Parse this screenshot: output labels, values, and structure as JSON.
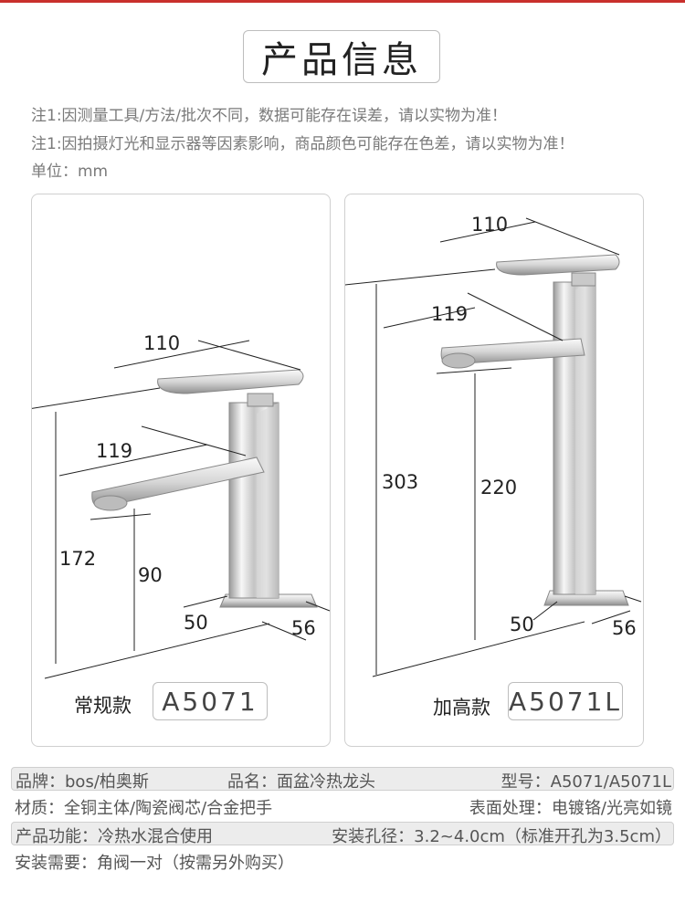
{
  "title": "产品信息",
  "notes": [
    "注1:因测量工具/方法/批次不同，数据可能存在误差，请以实物为准！",
    "注1:因拍摄灯光和显示器等因素影响，商品颜色可能存在色差，请以实物为准！",
    "单位：mm"
  ],
  "left_panel": {
    "dims": {
      "handle": "110",
      "spout": "119",
      "height": "172",
      "spout_height": "90",
      "base_depth": "50",
      "base_width": "56"
    },
    "model_label": "常规款",
    "model_code": "A5071"
  },
  "right_panel": {
    "dims": {
      "handle": "110",
      "spout": "119",
      "height": "303",
      "spout_height": "220",
      "base_depth": "50",
      "base_width": "56"
    },
    "model_label": "加高款",
    "model_code": "A5071L"
  },
  "info": {
    "brand": "品牌：bos/柏奥斯",
    "product_name": "品名：面盆冷热龙头",
    "model": "型号：A5071/A5071L",
    "material": "材质：全铜主体/陶瓷阀芯/合金把手",
    "finish": "表面处理：电镀铬/光亮如镜",
    "function": "产品功能：冷热水混合使用",
    "hole": "安装孔径：3.2~4.0cm（标准开孔为3.5cm）",
    "requirement": "安装需要：角阀一对（按需另外购买）"
  },
  "colors": {
    "accent_line": "#c9302c",
    "chrome_light": "#f4f4f4",
    "chrome_dark": "#8a8a8a"
  }
}
